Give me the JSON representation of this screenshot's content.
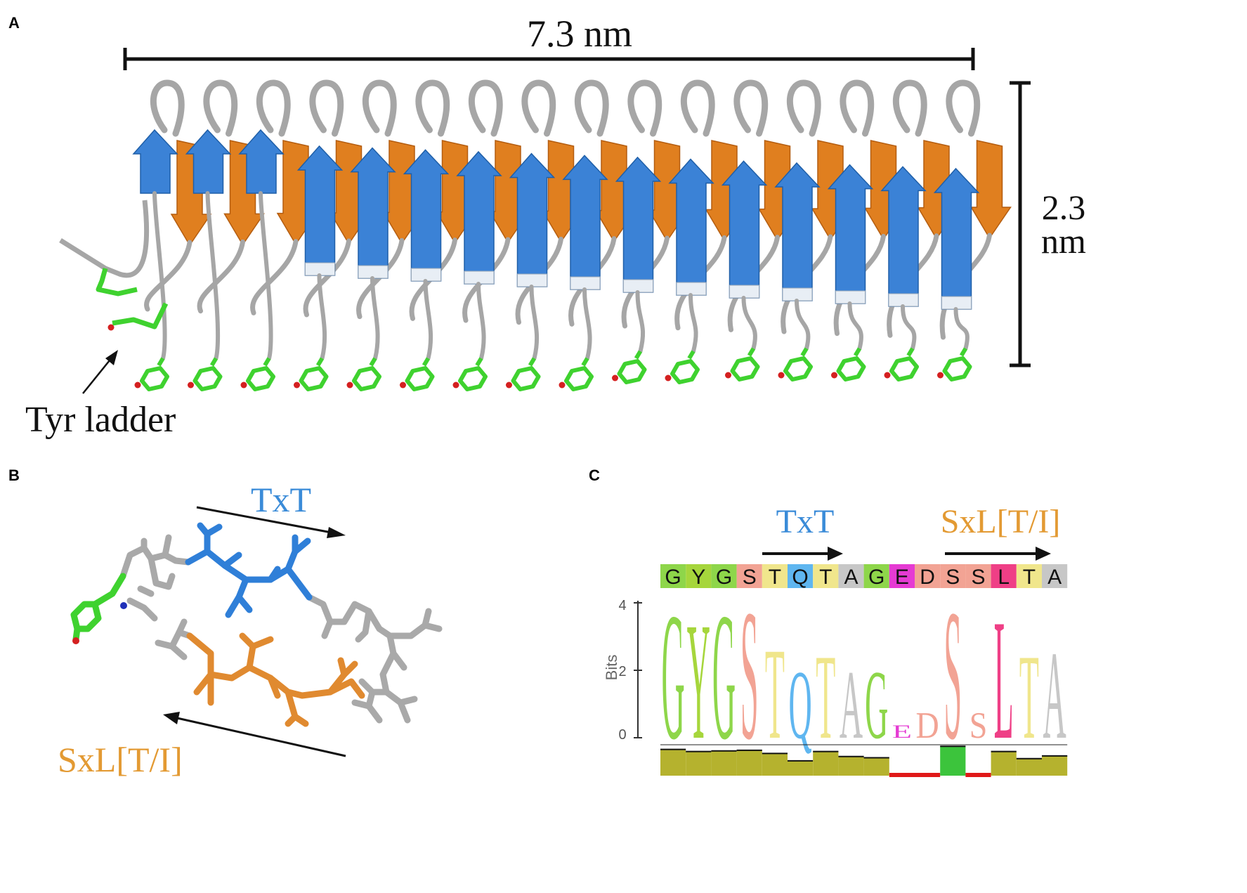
{
  "panel_a": {
    "label": "A",
    "length_label": "7.3 nm",
    "height_label_line1": "2.3",
    "height_label_line2": "nm",
    "annotation": "Tyr ladder"
  },
  "panel_b": {
    "label": "B",
    "top_motif": "TxT",
    "bottom_motif": "SxL[T/I]"
  },
  "panel_c": {
    "label": "C",
    "motif_1": "TxT",
    "motif_2": "SxL[T/I]",
    "sequence": [
      "G",
      "Y",
      "G",
      "S",
      "T",
      "Q",
      "T",
      "A",
      "G",
      "E",
      "D",
      "S",
      "S",
      "L",
      "T",
      "A"
    ],
    "y_axis_label": "Bits",
    "y_ticks": [
      "0",
      "2",
      "4"
    ]
  },
  "colors": {
    "strand_blue": "#3b82d6",
    "strand_orange": "#e07f1f",
    "loop_gray": "#a6a6a6",
    "tyr_green": "#3fd22f",
    "motif_blue": "#3a8bd8",
    "motif_orange": "#e39a33",
    "bar_olive": "#b5b22e"
  }
}
